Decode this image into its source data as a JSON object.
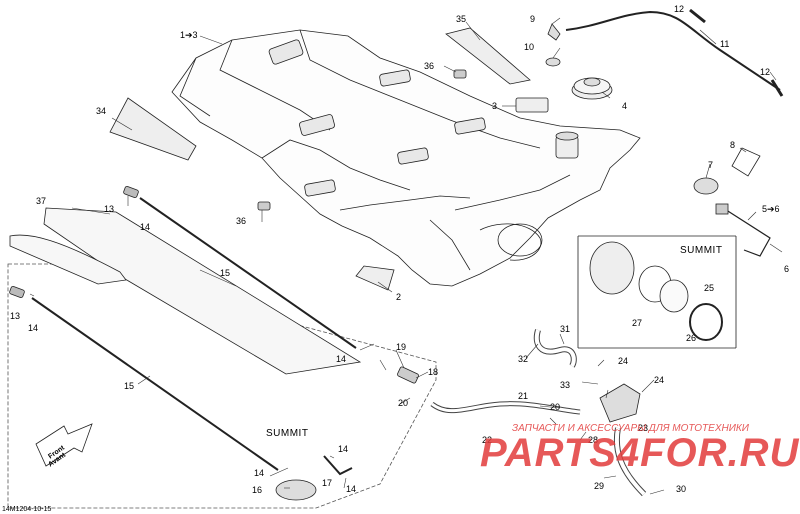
{
  "diagram": {
    "doc_code": "14M1204-10-15",
    "callouts": [
      {
        "id": "c1",
        "text": "1➔3"
      },
      {
        "id": "c2",
        "text": "2"
      },
      {
        "id": "c3",
        "text": "3"
      },
      {
        "id": "c4",
        "text": "4"
      },
      {
        "id": "c56",
        "text": "5➔6"
      },
      {
        "id": "c6",
        "text": "6"
      },
      {
        "id": "c7",
        "text": "7"
      },
      {
        "id": "c8",
        "text": "8"
      },
      {
        "id": "c9",
        "text": "9"
      },
      {
        "id": "c10",
        "text": "10"
      },
      {
        "id": "c11",
        "text": "11"
      },
      {
        "id": "c12a",
        "text": "12"
      },
      {
        "id": "c12b",
        "text": "12"
      },
      {
        "id": "c13a",
        "text": "13"
      },
      {
        "id": "c13b",
        "text": "13"
      },
      {
        "id": "c14a",
        "text": "14"
      },
      {
        "id": "c14b",
        "text": "14"
      },
      {
        "id": "c14c",
        "text": "14"
      },
      {
        "id": "c14d",
        "text": "14"
      },
      {
        "id": "c14e",
        "text": "14"
      },
      {
        "id": "c14f",
        "text": "14"
      },
      {
        "id": "c15a",
        "text": "15"
      },
      {
        "id": "c15b",
        "text": "15"
      },
      {
        "id": "c16",
        "text": "16"
      },
      {
        "id": "c17",
        "text": "17"
      },
      {
        "id": "c18",
        "text": "18"
      },
      {
        "id": "c19",
        "text": "19"
      },
      {
        "id": "c20a",
        "text": "20"
      },
      {
        "id": "c20b",
        "text": "20"
      },
      {
        "id": "c21",
        "text": "21"
      },
      {
        "id": "c22",
        "text": "22"
      },
      {
        "id": "c23",
        "text": "23"
      },
      {
        "id": "c24a",
        "text": "24"
      },
      {
        "id": "c24b",
        "text": "24"
      },
      {
        "id": "c25",
        "text": "25"
      },
      {
        "id": "c26",
        "text": "26"
      },
      {
        "id": "c27",
        "text": "27"
      },
      {
        "id": "c28",
        "text": "28"
      },
      {
        "id": "c29",
        "text": "29"
      },
      {
        "id": "c30",
        "text": "30"
      },
      {
        "id": "c31",
        "text": "31"
      },
      {
        "id": "c32",
        "text": "32"
      },
      {
        "id": "c33",
        "text": "33"
      },
      {
        "id": "c34",
        "text": "34"
      },
      {
        "id": "c35",
        "text": "35"
      },
      {
        "id": "c36a",
        "text": "36"
      },
      {
        "id": "c36b",
        "text": "36"
      },
      {
        "id": "c37",
        "text": "37"
      }
    ],
    "summit_labels": [
      "SUMMIT",
      "SUMMIT"
    ],
    "front_arrow": {
      "line1": "Front",
      "line2": "Avant"
    },
    "watermark": {
      "line1": "ЗАПЧАСТИ И АКСЕССУАРЫ ДЛЯ МОТОТЕХНИКИ",
      "line2": "PARTS4FOR.RU",
      "color": "#e23b3b"
    }
  }
}
